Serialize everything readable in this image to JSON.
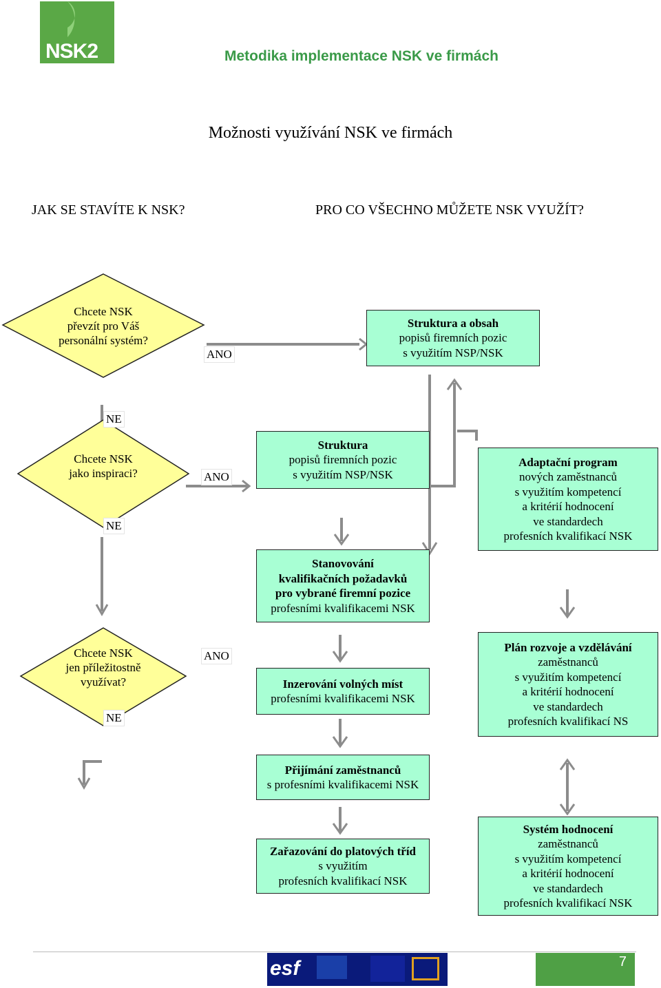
{
  "header": {
    "logo_text": "NSK2",
    "title": "Metodika implementace NSK ve firmách",
    "logo_color": "#5aa846",
    "title_color": "#3a9a48"
  },
  "main_title": "Možnosti využívání NSK ve firmách",
  "questions": {
    "left": "JAK SE STAVÍTE K NSK?",
    "right": "PRO CO VŠECHNO MŮŽETE NSK VYUŽÍT?"
  },
  "colors": {
    "decision_fill": "#ffff99",
    "process_fill": "#a8ffd4",
    "arrow": "#8c8c8c"
  },
  "decisions": [
    {
      "lines": [
        "Chcete NSK",
        "převzít pro Váš",
        "personální systém?"
      ]
    },
    {
      "lines": [
        "Chcete NSK",
        "jako  inspiraci?"
      ]
    },
    {
      "lines": [
        "Chcete NSK",
        "jen příležitostně",
        "využívat?"
      ]
    }
  ],
  "labels": {
    "yes": "ANO",
    "no": "NE"
  },
  "boxes": {
    "struktura_obsah": {
      "bold": "Struktura a obsah",
      "lines": [
        "popisů firemních pozic",
        "s využitím NSP/NSK"
      ]
    },
    "struktura": {
      "bold": "Struktura",
      "lines": [
        "popisů firemních pozic",
        "s využitím NSP/NSK"
      ]
    },
    "stanovovani": {
      "bold": "Stanovování",
      "lines": [
        "kvalifikačních požadavků",
        "pro vybrané firemní pozice",
        "profesními kvalifikacemi NSK"
      ]
    },
    "adaptacni": {
      "bold": "Adaptační program",
      "lines": [
        "nových zaměstnanců",
        "s využitím kompetencí",
        "a kritérií hodnocení",
        "ve standardech",
        "profesních kvalifikací NSK"
      ]
    },
    "inzerovani": {
      "bold": "Inzerování volných míst",
      "lines": [
        "profesními kvalifikacemi NSK"
      ]
    },
    "plan": {
      "bold": "Plán rozvoje a vzdělávání",
      "lines": [
        "zaměstnanců",
        "s využitím kompetencí",
        "a kritérií hodnocení",
        "ve standardech",
        "profesních kvalifikací NS"
      ]
    },
    "prijimani": {
      "bold": "Přijímání zaměstnanců",
      "lines": [
        "s profesními kvalifikacemi NSK"
      ]
    },
    "zarazovani": {
      "bold": "Zařazování do platových tříd",
      "lines": [
        "s využitím",
        "profesních kvalifikací NSK"
      ]
    },
    "hodnoceni": {
      "bold": "Systém hodnocení",
      "lines": [
        "zaměstnanců",
        "s využitím kompetencí",
        "a kritérií hodnocení",
        "ve standardech",
        "profesních kvalifikací NSK"
      ]
    }
  },
  "footer": {
    "logo_text": "esf",
    "page_number": "7",
    "page_color": "#4fa045"
  }
}
